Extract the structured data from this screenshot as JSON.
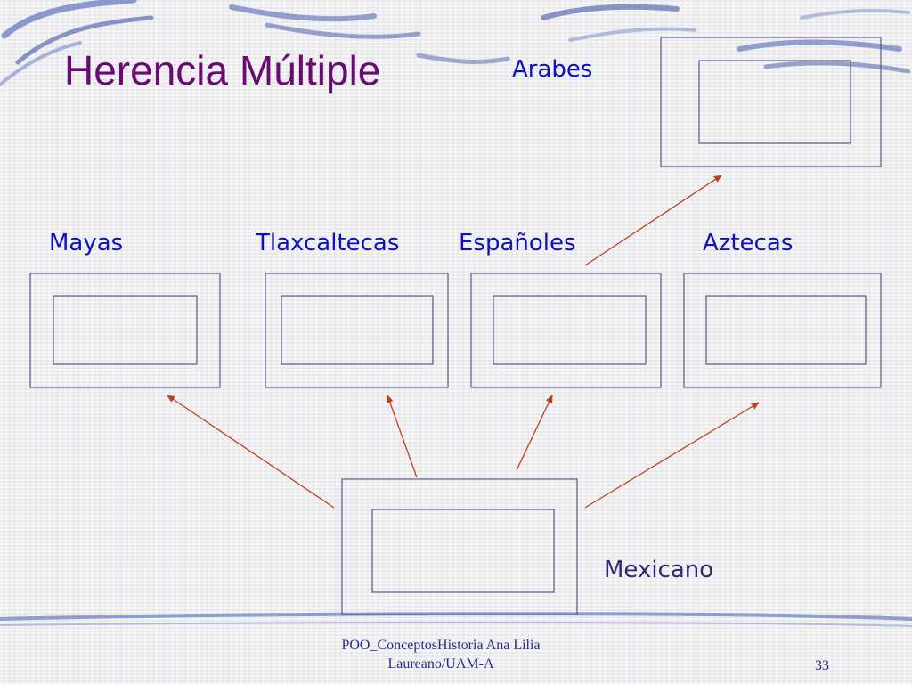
{
  "slide": {
    "title": "Herencia Múltiple",
    "classes": {
      "arabes": "Arabes",
      "mayas": "Mayas",
      "tlaxcaltecas": "Tlaxcaltecas",
      "espanoles": "Españoles",
      "aztecas": "Aztecas",
      "mexicano": "Mexicano"
    },
    "footer": {
      "line1": "POO_ConceptosHistoria Ana Lilia",
      "line2": "Laureano/UAM-A",
      "page": "33"
    }
  },
  "colors": {
    "title": "#6a0a72",
    "label": "#1010c0",
    "box_stroke": "#5a5a8a",
    "arrow": "#c0401a",
    "decor": "#6a7ab8"
  }
}
